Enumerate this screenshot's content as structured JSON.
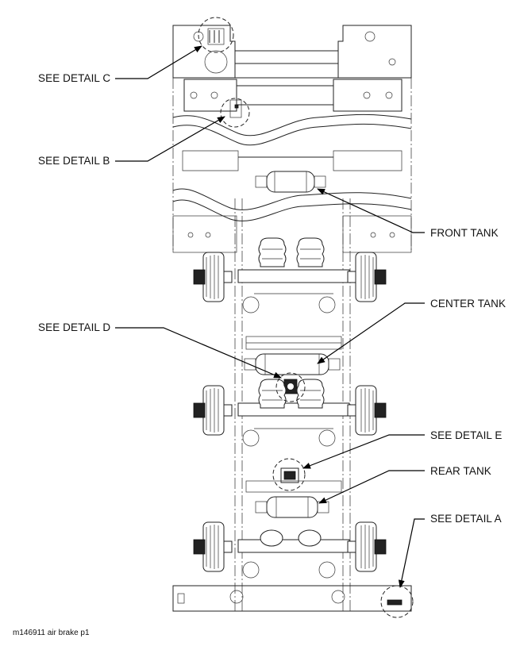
{
  "labels": {
    "detail_c": "SEE DETAIL C",
    "detail_b": "SEE DETAIL B",
    "front_tank": "FRONT TANK",
    "center_tank": "CENTER TANK",
    "detail_d": "SEE DETAIL D",
    "detail_e": "SEE DETAIL E",
    "rear_tank": "REAR TANK",
    "detail_a": "SEE DETAIL A"
  },
  "caption": "m146911 air brake p1"
}
